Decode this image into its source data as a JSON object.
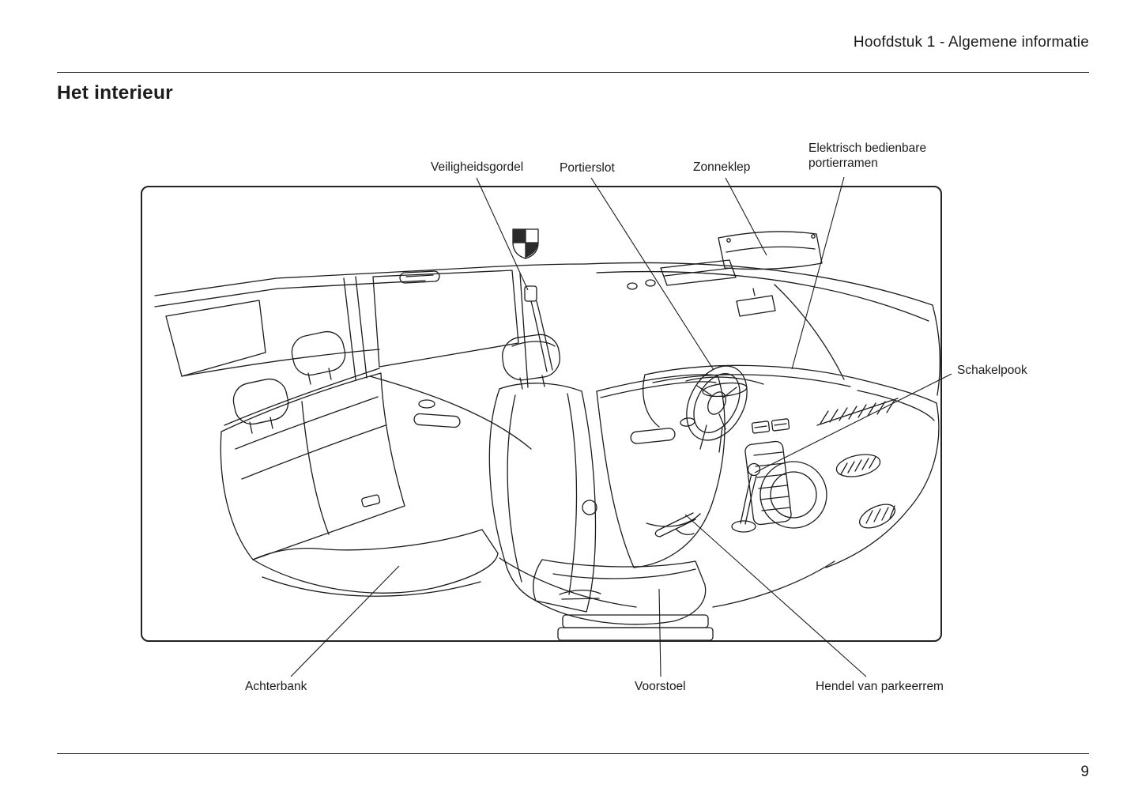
{
  "header": {
    "chapter_title": "Hoofdstuk 1 - Algemene informatie"
  },
  "section": {
    "title": "Het interieur"
  },
  "diagram": {
    "labels": {
      "veiligheidsgordel": "Veiligheidsgordel",
      "portierslot": "Portierslot",
      "zonneklep": "Zonneklep",
      "elektrische_ramen": "Elektrisch bedienbare portierramen",
      "schakelpook": "Schakelpook",
      "achterbank": "Achterbank",
      "voorstoel": "Voorstoel",
      "parkeerrem": "Hendel van parkeerrem"
    }
  },
  "footer": {
    "page_number": "9"
  },
  "colors": {
    "ink": "#1c1c1c",
    "paper": "#ffffff"
  }
}
